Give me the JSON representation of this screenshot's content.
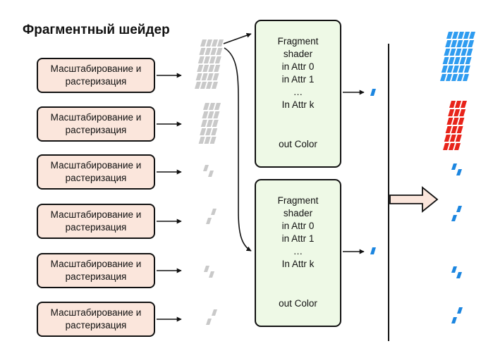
{
  "title": "Фрагментный шейдер",
  "stages": [
    {
      "line1": "Масштабирование и",
      "line2": "растеризация"
    },
    {
      "line1": "Масштабирование и",
      "line2": "растеризация"
    },
    {
      "line1": "Масштабирование и",
      "line2": "растеризация"
    },
    {
      "line1": "Масштабирование и",
      "line2": "растеризация"
    },
    {
      "line1": "Масштабирование и",
      "line2": "растеризация"
    },
    {
      "line1": "Масштабирование и",
      "line2": "растеризация"
    }
  ],
  "shaders": [
    {
      "lines": [
        "Fragment",
        "shader",
        "in Attr 0",
        "in Attr 1",
        "…",
        "In Attr k"
      ],
      "out": "out Color"
    },
    {
      "lines": [
        "Fragment",
        "shader",
        "in Attr 0",
        "in Attr 1",
        "…",
        "In Attr k"
      ],
      "out": "out Color"
    }
  ],
  "colors": {
    "stage_fill": "#fbe6dc",
    "shader_fill": "#eef9e6",
    "fragment_gray": "#c9c9c9",
    "fragment_blue": "#1c86e0",
    "fragment_light_blue": "#2f9cf0",
    "fragment_red": "#e8241a",
    "result_arrow_fill": "#fbe6dc"
  }
}
